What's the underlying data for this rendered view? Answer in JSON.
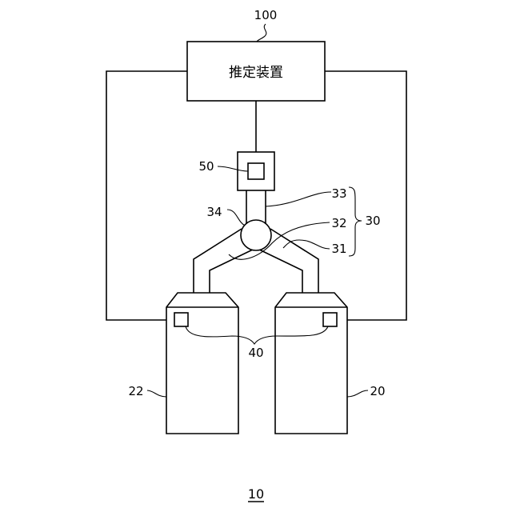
{
  "estimator": {
    "ref": "100",
    "label": "推定装置"
  },
  "sensor_unit": {
    "ref": "50"
  },
  "joint": {
    "ref": "34"
  },
  "pipes": {
    "group_ref": "30",
    "pipe_33": "33",
    "pipe_32": "32",
    "pipe_31": "31"
  },
  "sensors": {
    "ref": "40"
  },
  "tank_left": {
    "ref": "22"
  },
  "tank_right": {
    "ref": "20"
  },
  "figure": {
    "ref": "10"
  }
}
